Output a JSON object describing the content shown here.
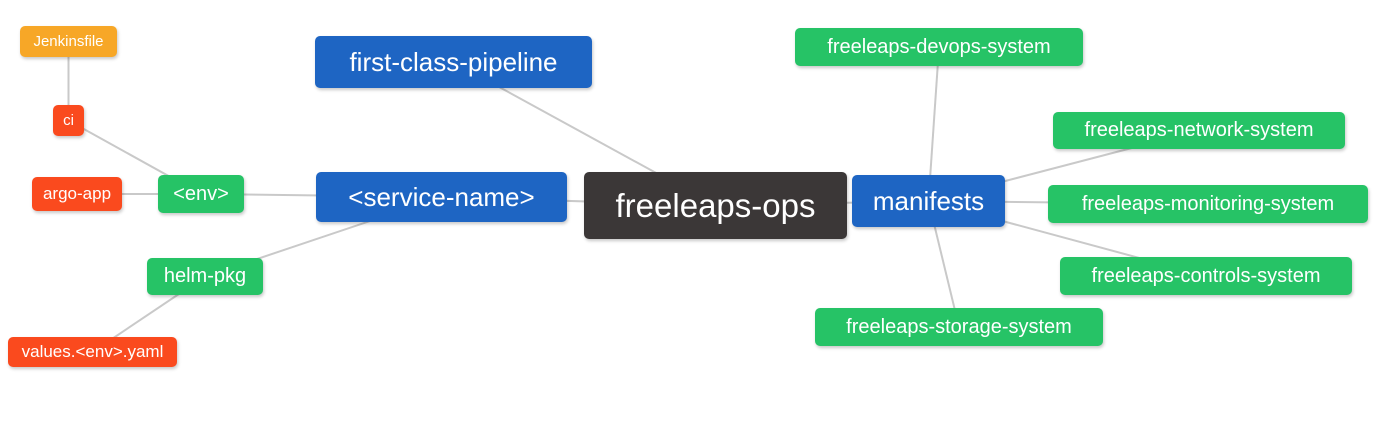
{
  "diagram": {
    "type": "mindmap",
    "root": "freeleaps-ops",
    "palette": {
      "blue": "#1e65c3",
      "green": "#26c366",
      "red": "#fa4a1e",
      "orange": "#f7a727",
      "dark": "#3b3737",
      "edge": "#c9c9c9",
      "background": "#ffffff",
      "node_text": "#ffffff"
    },
    "nodes": {
      "jenkinsfile": {
        "label": "Jenkinsfile",
        "color": "orange"
      },
      "ci": {
        "label": "ci",
        "color": "red"
      },
      "argo_app": {
        "label": "argo-app",
        "color": "red"
      },
      "env": {
        "label": "<env>",
        "color": "green"
      },
      "helm_pkg": {
        "label": "helm-pkg",
        "color": "green"
      },
      "values_env_yaml": {
        "label": "values.<env>.yaml",
        "color": "red"
      },
      "first_class_pipeline": {
        "label": "first-class-pipeline",
        "color": "blue"
      },
      "service_name": {
        "label": "<service-name>",
        "color": "blue"
      },
      "freeleaps_ops": {
        "label": "freeleaps-ops",
        "color": "dark"
      },
      "manifests": {
        "label": "manifests",
        "color": "blue"
      },
      "devops_system": {
        "label": "freeleaps-devops-system",
        "color": "green"
      },
      "network_system": {
        "label": "freeleaps-network-system",
        "color": "green"
      },
      "monitoring_system": {
        "label": "freeleaps-monitoring-system",
        "color": "green"
      },
      "controls_system": {
        "label": "freeleaps-controls-system",
        "color": "green"
      },
      "storage_system": {
        "label": "freeleaps-storage-system",
        "color": "green"
      }
    },
    "edges": [
      {
        "from": "jenkinsfile",
        "to": "ci"
      },
      {
        "from": "ci",
        "to": "env"
      },
      {
        "from": "argo_app",
        "to": "env"
      },
      {
        "from": "env",
        "to": "service_name"
      },
      {
        "from": "helm_pkg",
        "to": "service_name"
      },
      {
        "from": "values_env_yaml",
        "to": "helm_pkg"
      },
      {
        "from": "first_class_pipeline",
        "to": "freeleaps_ops"
      },
      {
        "from": "service_name",
        "to": "freeleaps_ops"
      },
      {
        "from": "freeleaps_ops",
        "to": "manifests"
      },
      {
        "from": "manifests",
        "to": "devops_system"
      },
      {
        "from": "manifests",
        "to": "network_system"
      },
      {
        "from": "manifests",
        "to": "monitoring_system"
      },
      {
        "from": "manifests",
        "to": "controls_system"
      },
      {
        "from": "manifests",
        "to": "storage_system"
      }
    ]
  }
}
